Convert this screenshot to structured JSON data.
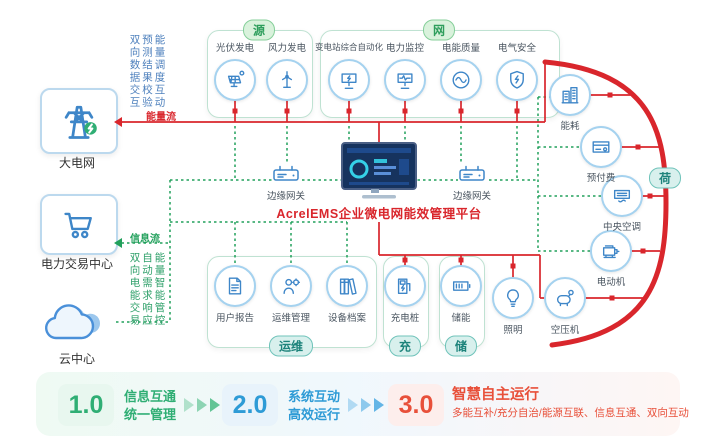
{
  "platform": {
    "title": "AcrelEMS企业微电网能效管理平台"
  },
  "flows": {
    "energy": "能量流",
    "info": "信息流"
  },
  "left_nodes": [
    {
      "label": "大电网",
      "icon": "transmission-tower-icon"
    },
    {
      "label": "电力交易中心",
      "icon": "cart-icon"
    },
    {
      "label": "云中心",
      "icon": "cloud-icon"
    }
  ],
  "vertical_notes": {
    "top": [
      "双向数据交互",
      "预测结果校验",
      "能量调度互动"
    ],
    "bottom": [
      "双向电能交易",
      "自动需求响应",
      "能量智能管控"
    ]
  },
  "gateways": {
    "left": "边缘网关",
    "right": "边缘网关"
  },
  "groups": {
    "source": {
      "tab": "源",
      "items": [
        {
          "label": "光伏发电",
          "icon": "solar-panel-icon"
        },
        {
          "label": "风力发电",
          "icon": "wind-turbine-icon"
        }
      ]
    },
    "grid": {
      "tab": "网",
      "items": [
        {
          "label": "变电站综合自动化",
          "icon": "substation-icon"
        },
        {
          "label": "电力监控",
          "icon": "power-monitor-icon"
        },
        {
          "label": "电能质量",
          "icon": "power-quality-icon"
        },
        {
          "label": "电气安全",
          "icon": "electric-safety-icon"
        }
      ]
    },
    "om": {
      "tab": "运维",
      "items": [
        {
          "label": "用户报告",
          "icon": "report-icon"
        },
        {
          "label": "运维管理",
          "icon": "maintenance-icon"
        },
        {
          "label": "设备档案",
          "icon": "archive-icon"
        }
      ]
    },
    "charge": {
      "tab": "充",
      "items": [
        {
          "label": "充电桩",
          "icon": "charging-pile-icon"
        }
      ]
    },
    "storage": {
      "tab": "储",
      "items": [
        {
          "label": "储能",
          "icon": "battery-icon"
        }
      ]
    },
    "load": {
      "tab": "荷",
      "items": [
        {
          "label": "能耗",
          "icon": "buildings-icon"
        },
        {
          "label": "预付费",
          "icon": "prepaid-icon"
        },
        {
          "label": "中央空调",
          "icon": "hvac-icon"
        },
        {
          "label": "电动机",
          "icon": "motor-icon"
        },
        {
          "label": "空压机",
          "icon": "compressor-icon"
        },
        {
          "label": "照明",
          "icon": "bulb-icon"
        }
      ]
    }
  },
  "legend": [
    {
      "version": "1.0",
      "lines": [
        "信息互通",
        "统一管理"
      ],
      "color": "#2fae74"
    },
    {
      "version": "2.0",
      "lines": [
        "系统互动",
        "高效运行"
      ],
      "color": "#2e9bd6"
    },
    {
      "version": "3.0",
      "lines": [
        "智慧自主运行",
        "多能互补/充分自治/能源互联、信息互通、双向互动"
      ],
      "color": "#e8503a"
    }
  ],
  "colors": {
    "energy_flow": "#d9262c",
    "info_flow": "#21a05b",
    "icon_blue": "#3e86c8"
  }
}
